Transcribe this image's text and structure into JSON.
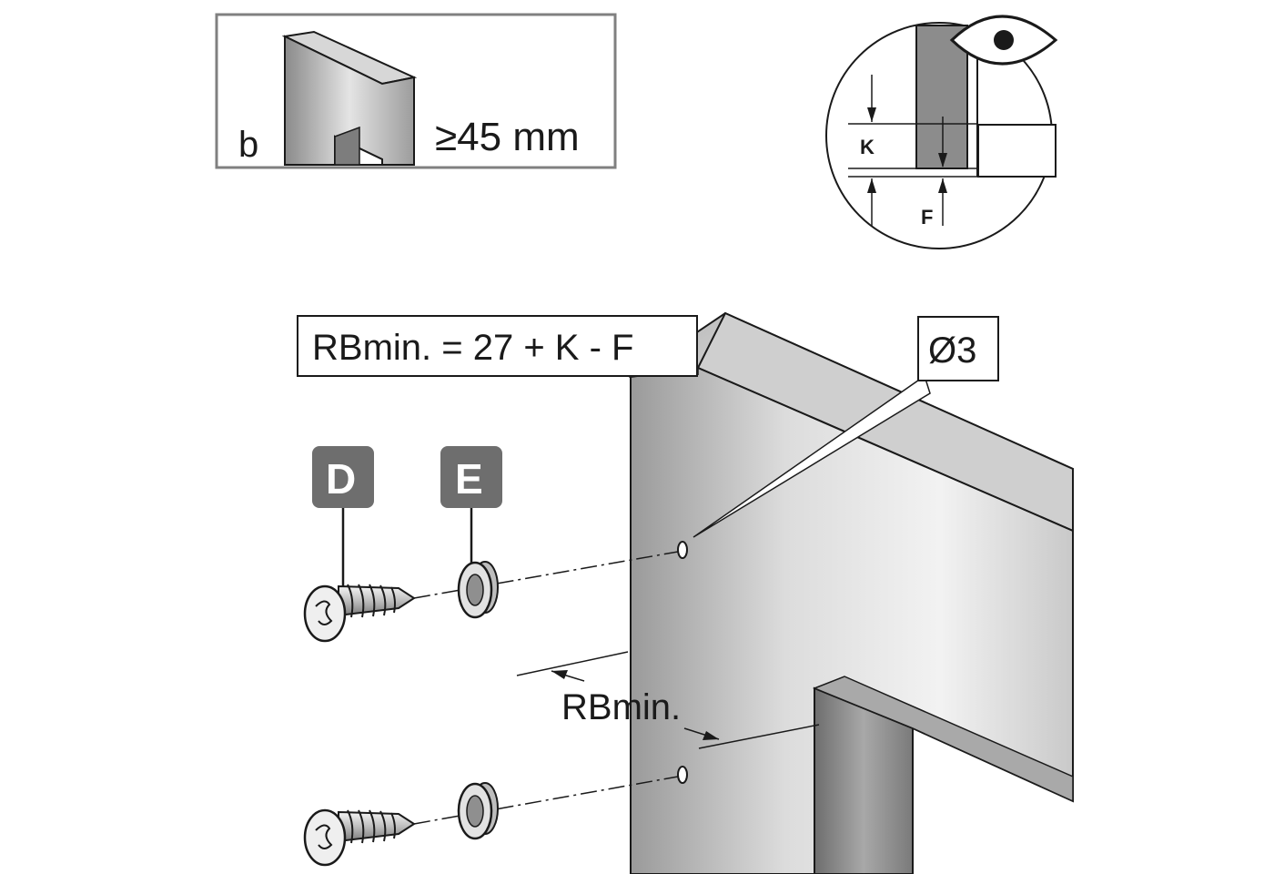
{
  "inset_label_b": "b",
  "inset_min_width": "≥45 mm",
  "detail_label_k": "K",
  "detail_label_f": "F",
  "formula": "RBmin. = 27 + K - F",
  "drill_diameter": "Ø3",
  "part_d": "D",
  "part_e": "E",
  "dimension_rbmin": "RBmin.",
  "colors": {
    "outline": "#1a1a1a",
    "frame_gray": "#808080",
    "badge": "#6e6e6e",
    "panel_light": "#e6e6e6",
    "panel_mid": "#c4c4c4",
    "panel_dark": "#8c8c8c"
  },
  "icons": [
    "eye-icon",
    "screw-icon",
    "cap-icon"
  ]
}
